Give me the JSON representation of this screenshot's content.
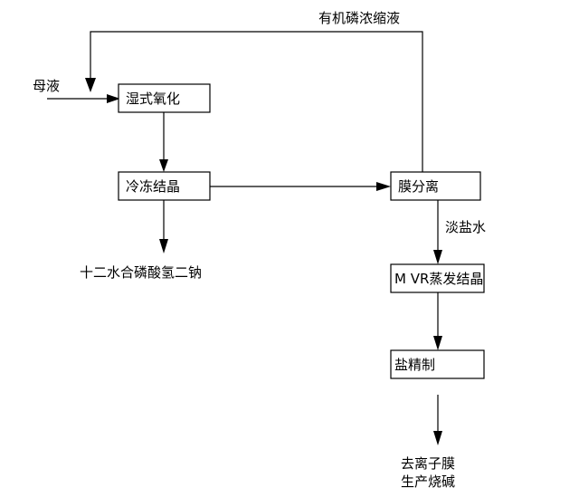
{
  "diagram": {
    "nodes": {
      "wet_oxidation": "湿式氧化",
      "freeze_crystallization": "冷冻结晶",
      "membrane_separation": "膜分离",
      "mvr_crystallization": "M VR蒸发结晶",
      "salt_refining": "盐精制"
    },
    "labels": {
      "mother_liquor": "母液",
      "organic_phosphine_concentrate": "有机磷浓缩液",
      "dilute_brine": "淡盐水",
      "product_disodium_phosphate": "十二水合磷酸氢二钠",
      "product_line1": "去离子膜",
      "product_line2": "生产烧碱"
    }
  }
}
